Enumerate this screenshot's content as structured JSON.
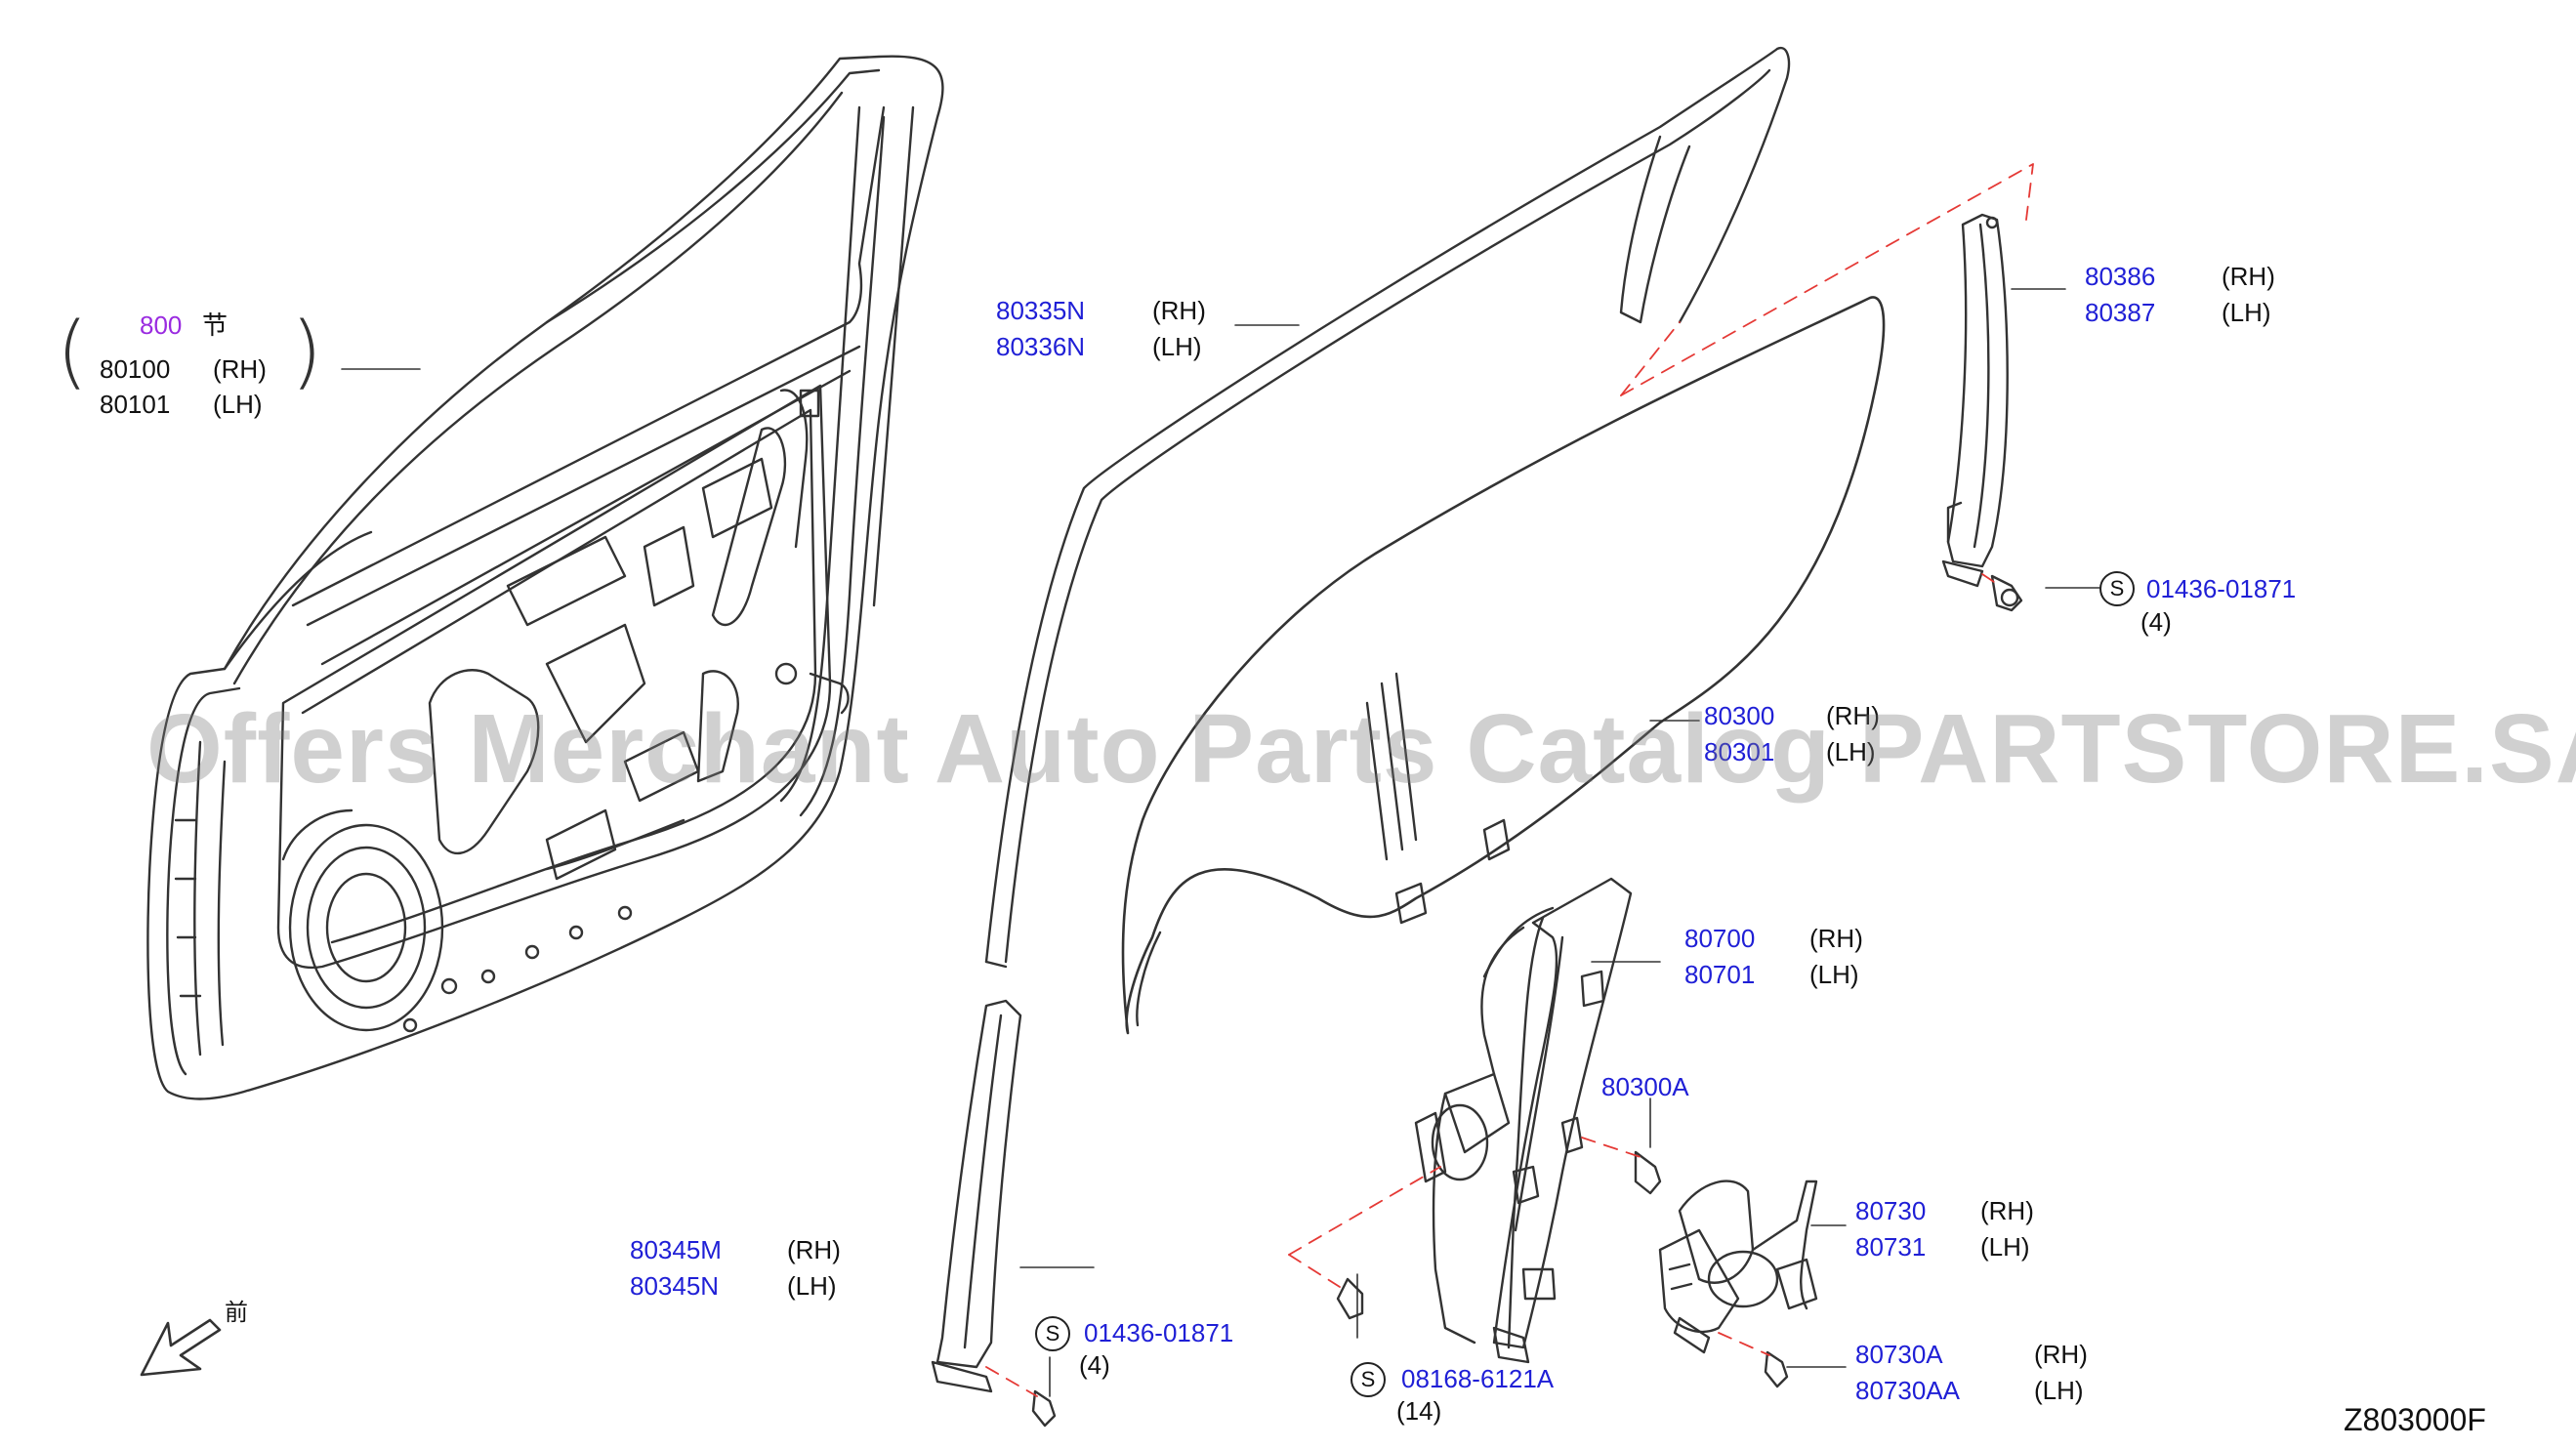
{
  "colors": {
    "part_number": "#1f1fd6",
    "text": "#111111",
    "accent_purple": "#9a2be0",
    "dash": "#e53935",
    "line": "#333333"
  },
  "door": {
    "group_code": "800",
    "group_kanji": "节",
    "rh_number": "80100",
    "rh_side": "(RH)",
    "lh_number": "80101",
    "lh_side": "(LH)"
  },
  "callouts": {
    "c80335": {
      "rh_number": "80335N",
      "rh_side": "(RH)",
      "lh_number": "80336N",
      "lh_side": "(LH)"
    },
    "c80386": {
      "rh_number": "80386",
      "rh_side": "(RH)",
      "lh_number": "80387",
      "lh_side": "(LH)"
    },
    "c01436_top": {
      "symbol": "S",
      "number": "01436-01871",
      "qty": "(4)"
    },
    "c80300": {
      "rh_number": "80300",
      "rh_side": "(RH)",
      "lh_number": "80301",
      "lh_side": "(LH)"
    },
    "c80700": {
      "rh_number": "80700",
      "rh_side": "(RH)",
      "lh_number": "80701",
      "lh_side": "(LH)"
    },
    "c80300A": {
      "number": "80300A"
    },
    "c80730": {
      "rh_number": "80730",
      "rh_side": "(RH)",
      "lh_number": "80731",
      "lh_side": "(LH)"
    },
    "c80345": {
      "rh_number": "80345M",
      "rh_side": "(RH)",
      "lh_number": "80345N",
      "lh_side": "(LH)"
    },
    "c01436_bottom": {
      "symbol": "S",
      "number": "01436-01871",
      "qty": "(4)"
    },
    "c08168": {
      "symbol": "S",
      "number": "08168-6121A",
      "qty": "(14)"
    },
    "c80730A": {
      "rh_number": "80730A",
      "rh_side": "(RH)",
      "lh_number": "80730AA",
      "lh_side": "(LH)"
    }
  },
  "front_marker": {
    "label": "前"
  },
  "watermark": "Offers Merchant Auto Parts Catalog PARTSTORE.SA",
  "diagram_code": "Z803000F"
}
